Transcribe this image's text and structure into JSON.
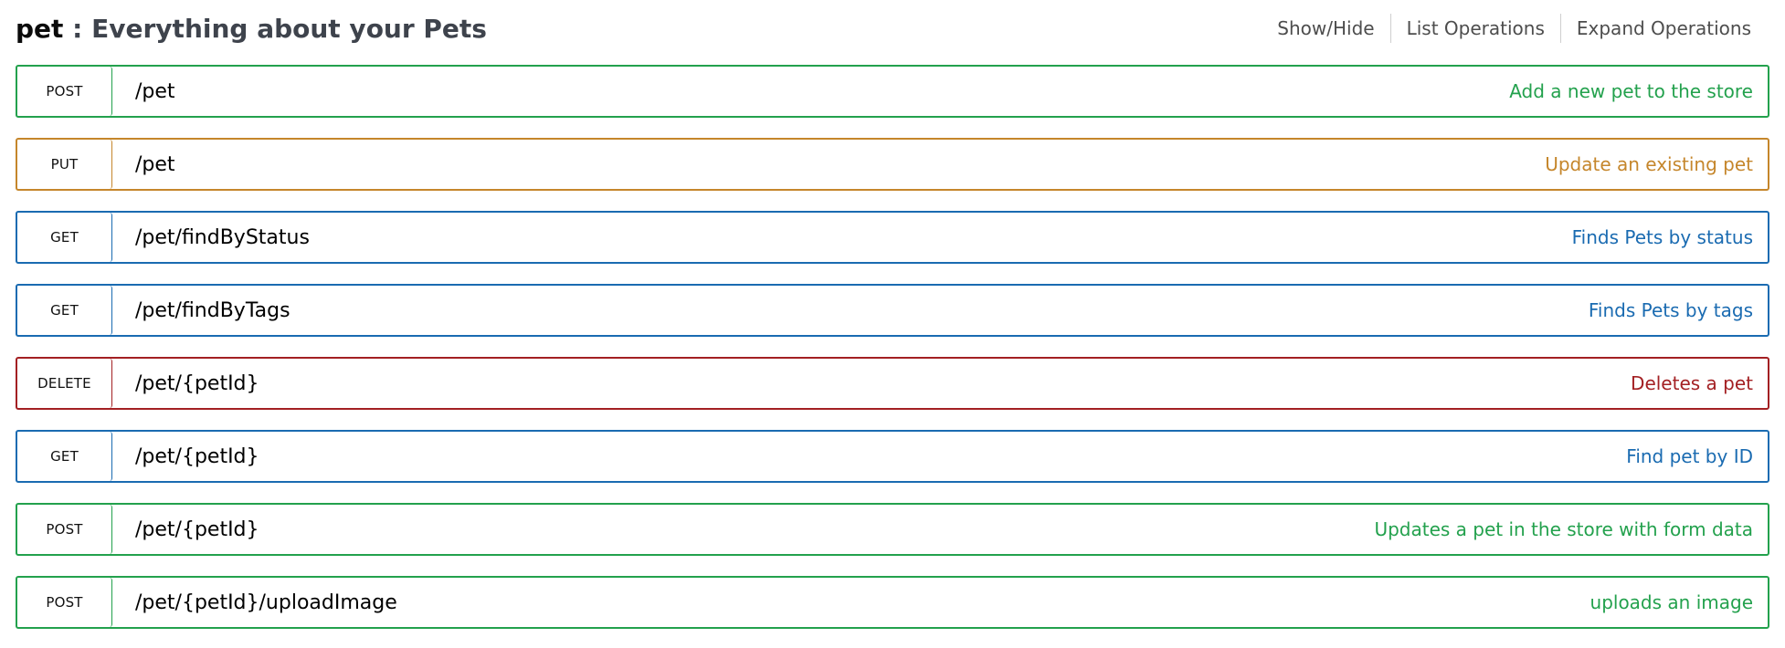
{
  "header": {
    "tag": "pet",
    "separator": " : ",
    "description": "Everything about your Pets",
    "actions": {
      "show_hide": "Show/Hide",
      "list_operations": "List Operations",
      "expand_operations": "Expand Operations"
    }
  },
  "colors": {
    "post": "#23a14d",
    "put": "#c5862b",
    "get": "#1a6bb1",
    "delete": "#a32023"
  },
  "endpoints": [
    {
      "method": "POST",
      "path": "/pet",
      "summary": "Add a new pet to the store"
    },
    {
      "method": "PUT",
      "path": "/pet",
      "summary": "Update an existing pet"
    },
    {
      "method": "GET",
      "path": "/pet/findByStatus",
      "summary": "Finds Pets by status"
    },
    {
      "method": "GET",
      "path": "/pet/findByTags",
      "summary": "Finds Pets by tags"
    },
    {
      "method": "DELETE",
      "path": "/pet/{petId}",
      "summary": "Deletes a pet"
    },
    {
      "method": "GET",
      "path": "/pet/{petId}",
      "summary": "Find pet by ID"
    },
    {
      "method": "POST",
      "path": "/pet/{petId}",
      "summary": "Updates a pet in the store with form data"
    },
    {
      "method": "POST",
      "path": "/pet/{petId}/uploadImage",
      "summary": "uploads an image"
    }
  ]
}
